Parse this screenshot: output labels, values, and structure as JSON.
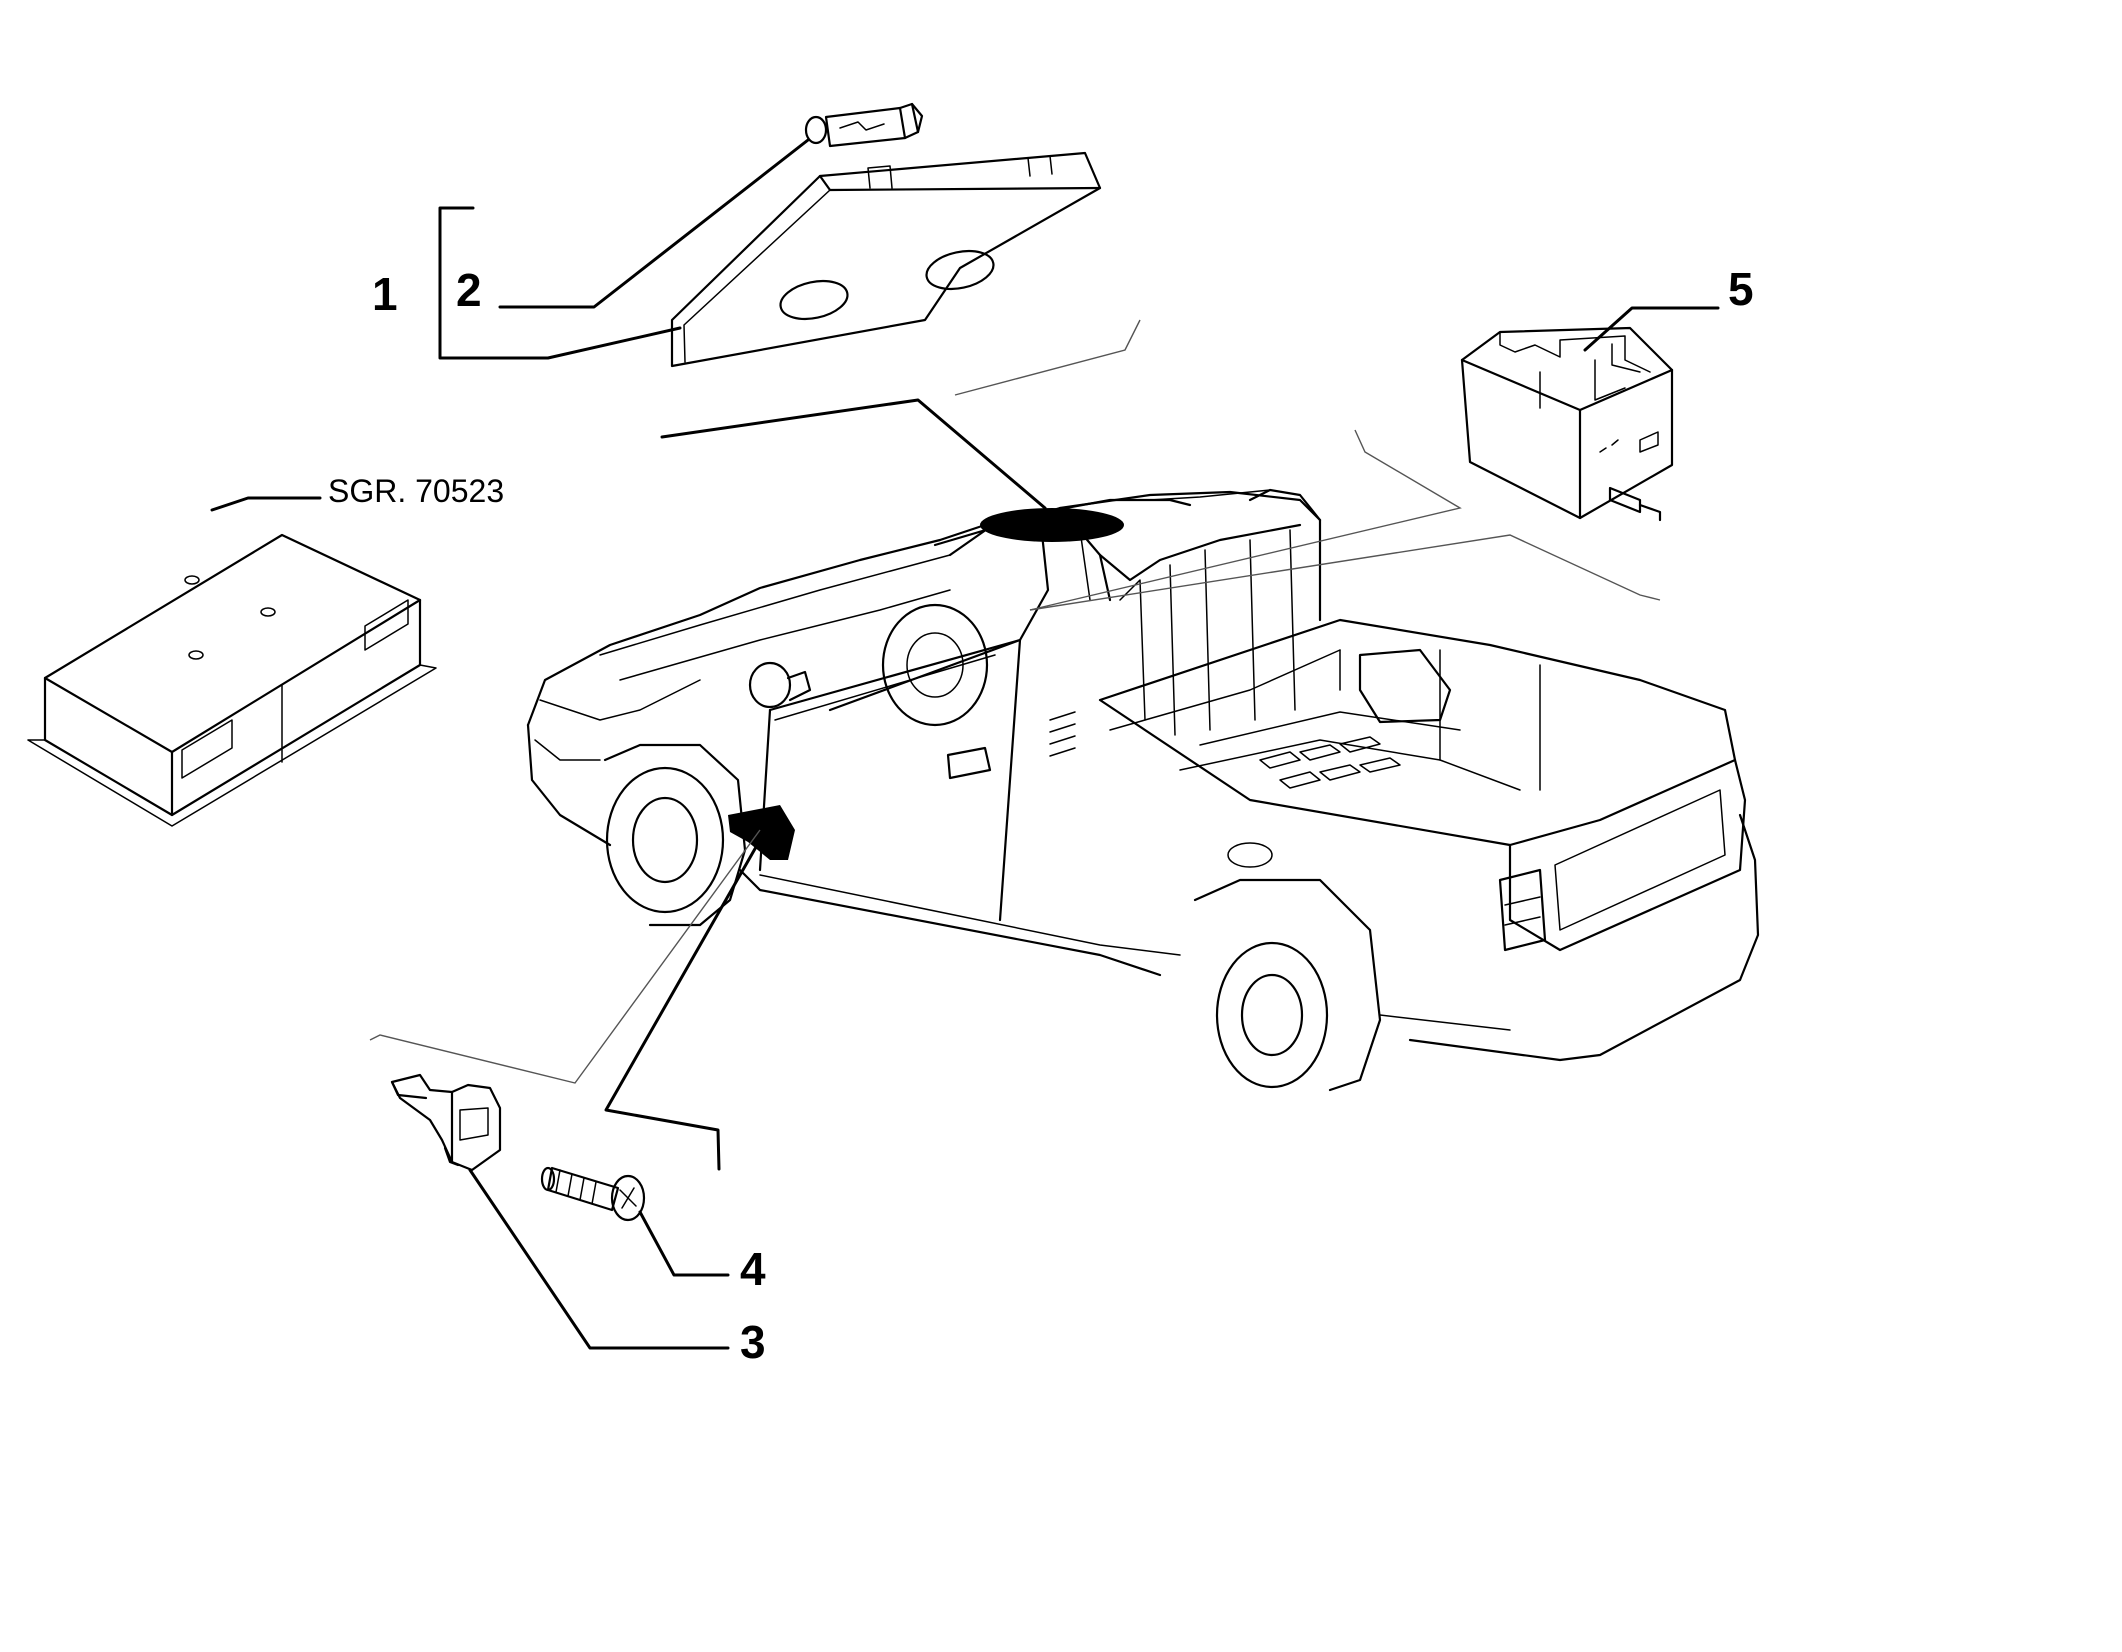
{
  "callouts": {
    "c1": "1",
    "c2": "2",
    "c3": "3",
    "c4": "4",
    "c5": "5"
  },
  "reference": "SGR. 70523"
}
